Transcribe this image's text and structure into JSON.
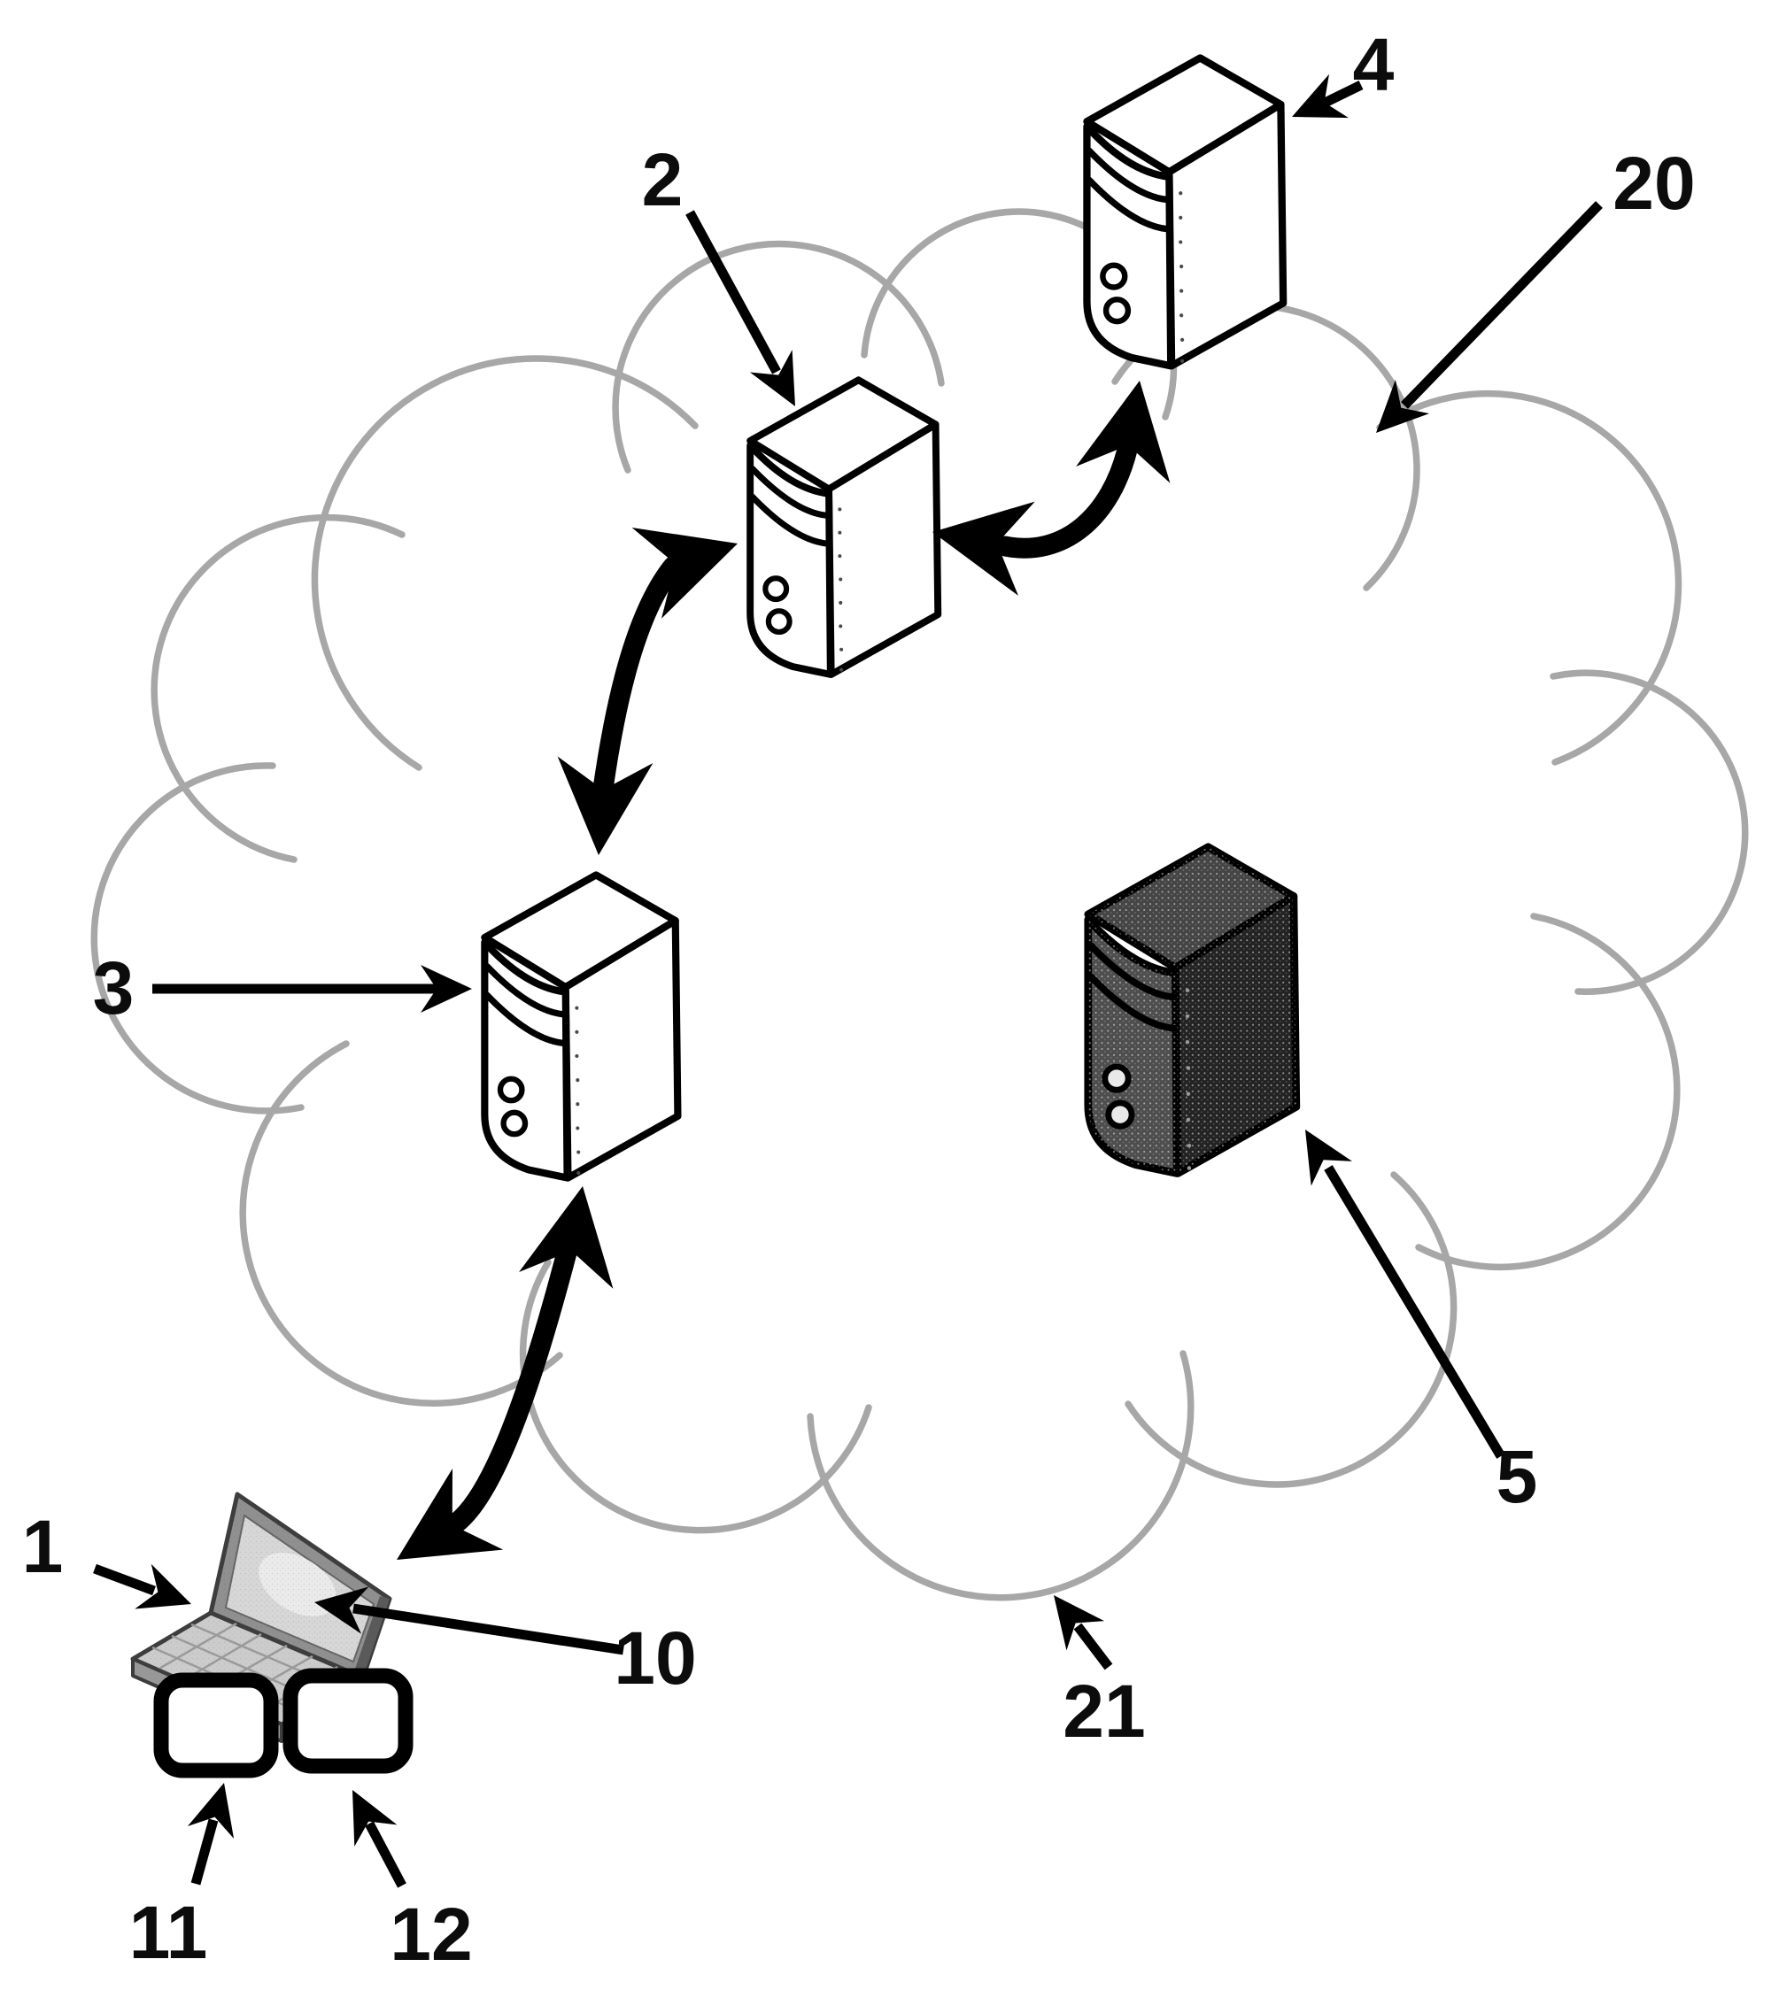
{
  "figure": {
    "kind": "patent-style network diagram",
    "background_color": "#ffffff",
    "ink_color": "#000000",
    "cloud_color": "#a7a7a7",
    "dark_server_color": "#2a2a2a",
    "labels": [
      {
        "id": "1",
        "text": "1",
        "points_to": "laptop client device"
      },
      {
        "id": "2",
        "text": "2",
        "points_to": "upper white tower server inside cloud"
      },
      {
        "id": "3",
        "text": "3",
        "points_to": "left white tower server inside cloud"
      },
      {
        "id": "4",
        "text": "4",
        "points_to": "top white tower server above cloud"
      },
      {
        "id": "5",
        "text": "5",
        "points_to": "dark tower server inside cloud"
      },
      {
        "id": "10",
        "text": "10",
        "points_to": "laptop display screen"
      },
      {
        "id": "11",
        "text": "11",
        "points_to": "left module box under laptop"
      },
      {
        "id": "12",
        "text": "12",
        "points_to": "right module box under laptop"
      },
      {
        "id": "20",
        "text": "20",
        "points_to": "network cloud boundary (upper right)"
      },
      {
        "id": "21",
        "text": "21",
        "points_to": "network cloud boundary (bottom)"
      }
    ],
    "nodes": [
      {
        "id": "laptop-1",
        "kind": "laptop"
      },
      {
        "id": "server-2",
        "kind": "server-tower",
        "variant": "light"
      },
      {
        "id": "server-3",
        "kind": "server-tower",
        "variant": "light"
      },
      {
        "id": "server-4",
        "kind": "server-tower",
        "variant": "light"
      },
      {
        "id": "server-5",
        "kind": "server-tower",
        "variant": "dark"
      },
      {
        "id": "module-11",
        "kind": "rounded-box"
      },
      {
        "id": "module-12",
        "kind": "rounded-box"
      },
      {
        "id": "cloud-20",
        "kind": "network-cloud"
      }
    ],
    "connections": [
      {
        "from": "laptop-1",
        "to": "server-3",
        "style": "thick-curved",
        "bidirectional": true
      },
      {
        "from": "server-3",
        "to": "server-2",
        "style": "thick-curved",
        "bidirectional": true
      },
      {
        "from": "server-2",
        "to": "server-4",
        "style": "thick-curved",
        "bidirectional": true
      }
    ]
  }
}
